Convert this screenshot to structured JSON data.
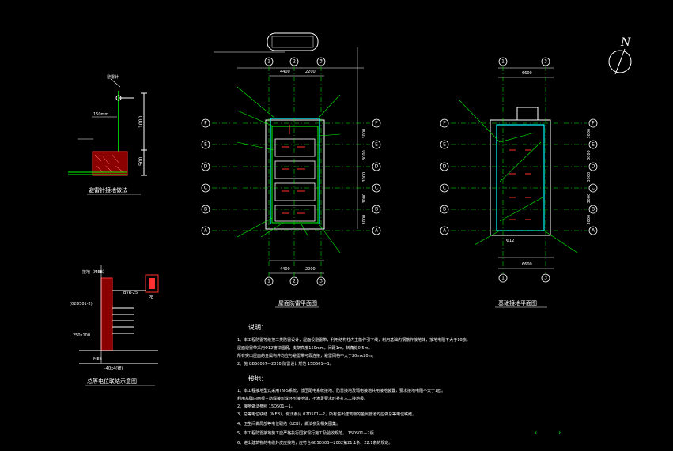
{
  "north_label": "N",
  "detail_rod": {
    "caption": "避雷针接地做法",
    "dim_upper": "1000",
    "dim_lower": "500",
    "label_rod": "避雷针",
    "label_height": "150mm"
  },
  "detail_equip": {
    "caption": "总等电位联结示意图",
    "labels": [
      "接地（MEB）",
      "BVR-25",
      "PE",
      "(02D501-2)",
      "250x100",
      "MEB",
      "-40x4(镀)"
    ]
  },
  "plan_left": {
    "caption": "屋面防雷平面图",
    "dim_top_left": "4400",
    "dim_top_right": "2200",
    "dim_bottom_left": "4400",
    "dim_bottom_right": "2200"
  },
  "plan_right": {
    "caption": "基础接地平面图",
    "dim_top": "6600",
    "dim_bottom": "6600",
    "label_rebar": "Φ12"
  },
  "axes_rows": [
    "F",
    "E",
    "D",
    "C",
    "B",
    "A"
  ],
  "axes_cols_left": [
    "1",
    "2",
    "3"
  ],
  "axes_cols_right": [
    "1",
    "3"
  ],
  "row_dims": [
    "3000",
    "3000",
    "3000",
    "3000",
    "3000"
  ],
  "notes": {
    "title": "说明：",
    "lines": [
      "1、本工程防雷等级按三类防雷设计，屋面设避雷带，利用结构柱内主筋作引下线，利用基础内钢筋作接地体，接地电阻不大于10欧。",
      "   屋面避雷带采用Φ12镀锌圆钢，支架高度150mm，间距1m，转角处0.5m。",
      "   所有突出屋面的金属构件均应与避雷带可靠连接，避雷网格不大于20mx20m。",
      "2、施    GB50057—2010   防雷设计规范    15D501—1。"
    ],
    "title2": "接地：",
    "lines2": [
      "1、本工程接地型式采用TN-S系统，低压配电系统接地、防雷接地及弱电接地共用接地装置，要求接地电阻不大于1欧。",
      "   利用基础内两根主筋焊接形成环形接地体，不满足要求时补打人工接地极。",
      "2、接地做法参照 15D501—1。",
      "3、总等电位联结（MEB），做法参见 02D501—2，所有进出建筑物的金属管道均应做总等电位联结。",
      "4、卫生间做局部等电位联结（LEB），做法参见相关图集。",
      "5、本工程防雷接地施工应严格执行国家现行施工及验收规范。     15D501—2版",
      "6、进出建筑物的电缆外皮应接地，应符合GB50303—2002第21.1条、22.1条的规定。"
    ]
  },
  "colors": {
    "bg": "#000000",
    "line": "#ffffff",
    "green": "#00ff00",
    "cyan": "#00ffff",
    "red": "#ff3030",
    "yellow": "#ffff00",
    "magenta": "#ff00ff"
  }
}
